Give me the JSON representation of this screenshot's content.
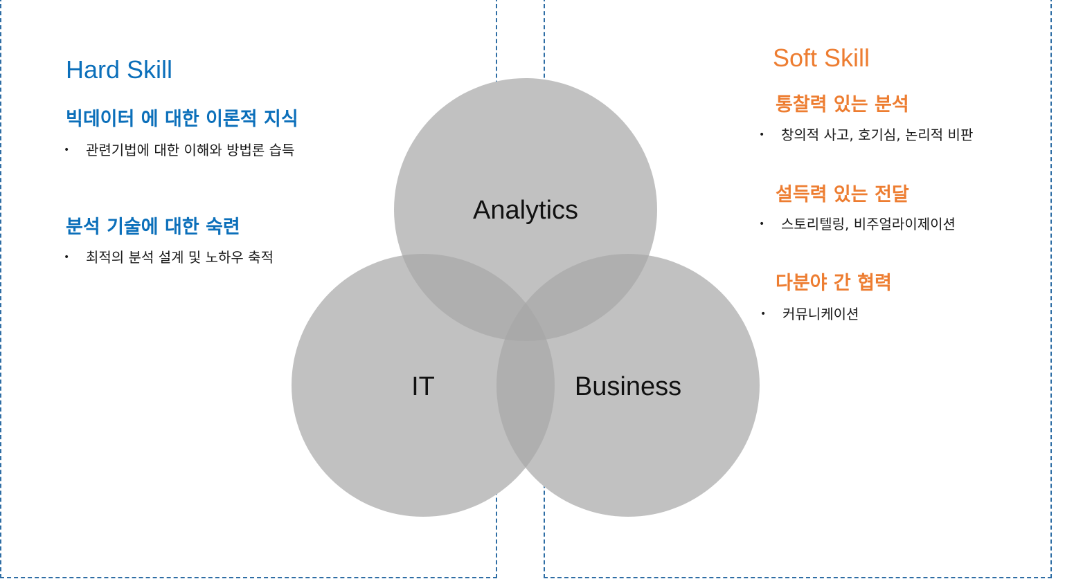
{
  "colors": {
    "hard_accent": "#0b6fba",
    "soft_accent": "#ed7d31",
    "panel_border": "#2e6da4",
    "circle_fill": "#a6a6a6"
  },
  "hard_skill": {
    "title": "Hard Skill",
    "items": [
      {
        "heading": "빅데이터 에 대한 이론적 지식",
        "bullet": "관련기법에 대한 이해와 방법론 습득"
      },
      {
        "heading": "분석 기술에 대한 숙련",
        "bullet": "최적의 분석 설계 및 노하우 축적"
      }
    ]
  },
  "soft_skill": {
    "title": "Soft Skill",
    "items": [
      {
        "heading": "통찰력 있는 분석",
        "bullet": "창의적 사고, 호기심, 논리적 비판"
      },
      {
        "heading": "설득력 있는 전달",
        "bullet": "스토리텔링, 비주얼라이제이션"
      },
      {
        "heading": "다분야 간 협력",
        "bullet": "커뮤니케이션"
      }
    ]
  },
  "venn": {
    "circles": [
      {
        "label": "Analytics"
      },
      {
        "label": "IT"
      },
      {
        "label": "Business"
      }
    ]
  },
  "bullet_symbol": "•"
}
